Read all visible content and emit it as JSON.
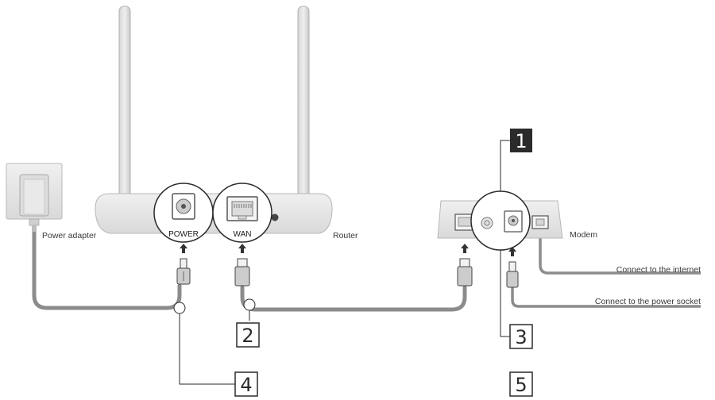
{
  "labels": {
    "power_adapter": "Power adapter",
    "router": "Router",
    "modem": "Modem",
    "power_port": "POWER",
    "wan_port": "WAN",
    "connect_internet": "Connect to the internet",
    "connect_power": "Connect to the power socket"
  },
  "steps": {
    "step1": "1",
    "step2": "2",
    "step3": "3",
    "step4": "4",
    "step5": "5"
  },
  "colors": {
    "device_fill": "#e6e6e6",
    "device_stroke": "#b8b8b8",
    "cable": "#8c8c8c",
    "callout_line": "#2a2a2a",
    "badge_filled": "#2b2b2b",
    "badge_text_light": "#ffffff",
    "badge_text_dark": "#2b2b2b"
  },
  "icons": {
    "arrow": "up-arrow-icon",
    "ethernet": "ethernet-port-icon",
    "power_jack": "dc-power-jack-icon"
  }
}
